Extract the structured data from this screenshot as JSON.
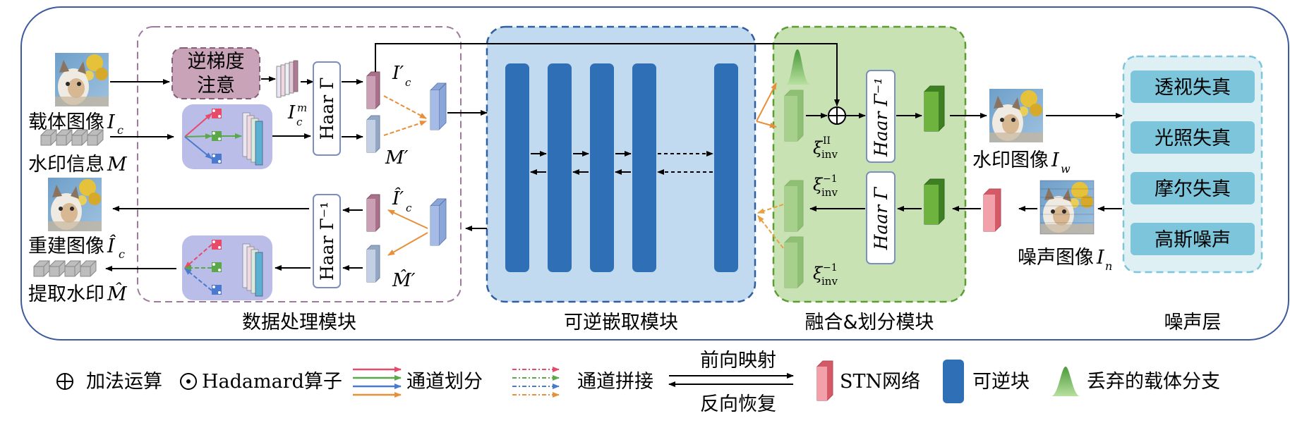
{
  "diagram": {
    "modules": {
      "data_processing": "数据处理模块",
      "invertible": "可逆嵌取模块",
      "fusion": "融合&划分模块",
      "noise": "噪声层"
    },
    "carrier_label": "载体图像",
    "carrier_sym": "I",
    "carrier_sub": "c",
    "watermark_info_label": "水印信息",
    "watermark_info_sym": "M",
    "reconstructed_label": "重建图像",
    "reconstructed_sym": "Î",
    "reconstructed_sub": "c",
    "extracted_label": "提取水印",
    "extracted_sym": "M̂",
    "grad_attention": [
      "逆梯度",
      "注意"
    ],
    "im_sym": "I",
    "im_sub": "c",
    "im_sup": "m",
    "haar": "Haar Γ",
    "haar_inv": "Haar Γ⁻¹",
    "ic_prime": "I′",
    "ic_prime_sub": "c",
    "m_prime": "M′",
    "ic_hat_prime": "Î′",
    "ic_hat_prime_sub": "c",
    "m_hat_prime": "M̂′",
    "xi_ii": "ξ",
    "xi_ii_sup": "II",
    "xi_sub": "inv",
    "xi_inv": "ξ",
    "xi_inv_sup": "−1",
    "haar_inv_fusion": "Haar Γ⁻¹",
    "haar_fusion": "Haar Γ",
    "watermarked_label": "水印图像",
    "watermarked_sym": "I",
    "watermarked_sub": "w",
    "noisy_label": "噪声图像",
    "noisy_sym": "I",
    "noisy_sub": "n",
    "distortions": [
      "透视失真",
      "光照失真",
      "摩尔失真",
      "高斯噪声"
    ]
  },
  "legend": {
    "add_op": "加法运算",
    "hadamard": "Hadamard算子",
    "channel_split": "通道划分",
    "channel_concat": "通道拼接",
    "forward": "前向映射",
    "reverse": "反向恢复",
    "stn": "STN网络",
    "inv_block": "可逆块",
    "discarded": "丢弃的载体分支"
  },
  "colors": {
    "frame": "#3d5a9e",
    "inv_block": "#2e6fb5",
    "inv_bg": "#c2daf0",
    "fusion_bg": "#c9e2b3",
    "green_block": "#5a9e32",
    "noise_bg": "#dff0f5",
    "noise_item": "#7cc5da",
    "grad_box": "#c9a4b8",
    "stn": "#e87b87",
    "orange": "#e88f3a",
    "split_red": "#e84a6a",
    "split_green": "#5aa84a",
    "split_blue": "#4a7ad0"
  },
  "icons": [
    "cat-image-icon",
    "watermark-bits-icon",
    "add-op-icon",
    "hadamard-op-icon",
    "discarded-branch-icon",
    "stn-icon"
  ]
}
